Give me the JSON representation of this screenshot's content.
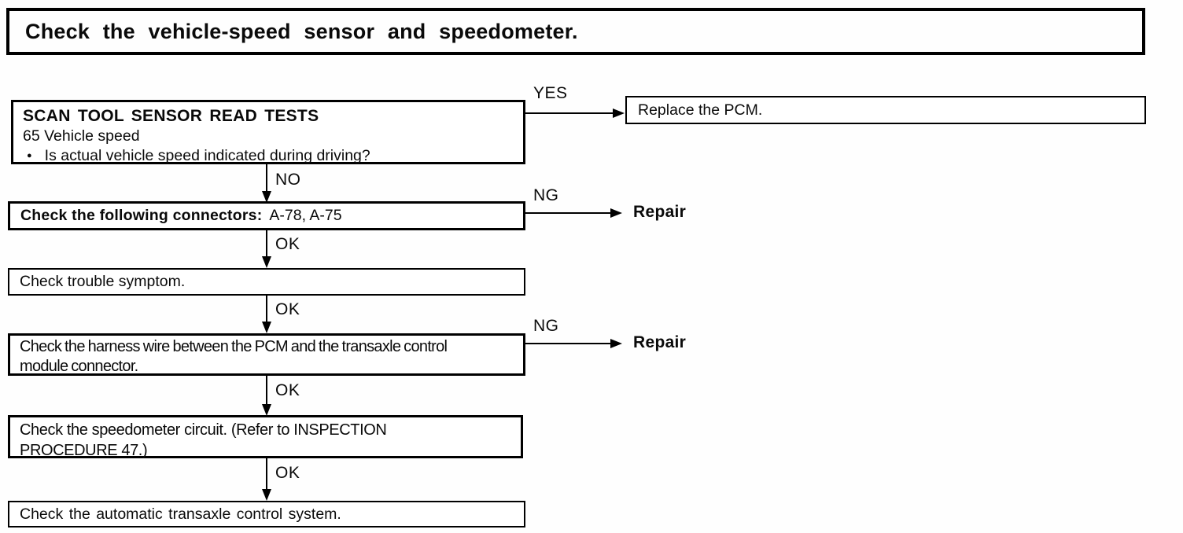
{
  "title": "Check the vehicle-speed sensor and speedometer.",
  "flowchart": {
    "scan_tool": {
      "heading": "SCAN TOOL SENSOR READ TESTS",
      "subline": "65 Vehicle speed",
      "bullet_glyph": "●",
      "question": "Is actual vehicle speed indicated during driving?"
    },
    "replace_pcm": {
      "text": "Replace the PCM."
    },
    "connectors": {
      "label_bold": "Check the following connectors:",
      "label_value": "A-78, A-75"
    },
    "trouble_symptom": {
      "text": "Check trouble symptom."
    },
    "harness": {
      "line1": "Check the harness wire between the PCM and the transaxle control",
      "line2": "module connector."
    },
    "speedometer": {
      "line1": "Check the speedometer circuit. (Refer to INSPECTION",
      "line2": "PROCEDURE 47.)"
    },
    "transaxle": {
      "text": "Check the automatic transaxle control system."
    },
    "branches": {
      "yes": {
        "label": "YES"
      },
      "no": {
        "label": "NO"
      },
      "ng_connectors": {
        "label": "NG",
        "action": "Repair"
      },
      "ok_connectors": {
        "label": "OK"
      },
      "ok_symptom": {
        "label": "OK"
      },
      "ng_harness": {
        "label": "NG",
        "action": "Repair"
      },
      "ok_harness": {
        "label": "OK"
      },
      "ok_speedometer": {
        "label": "OK"
      }
    }
  }
}
